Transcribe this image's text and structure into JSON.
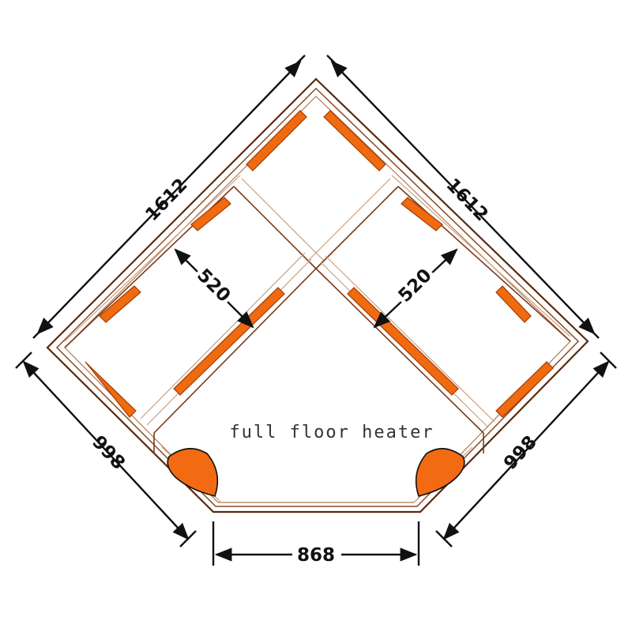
{
  "diagram": {
    "dimensions": {
      "top_left_width": "1612",
      "top_right_width": "1612",
      "left_depth": "998",
      "right_depth": "998",
      "front_width": "868",
      "left_bench_depth": "520",
      "right_bench_depth": "520"
    },
    "floor_label": "full floor heater",
    "colors": {
      "heater": "#f06a10",
      "wall": "#5a2a10",
      "dimension": "#111111"
    }
  }
}
